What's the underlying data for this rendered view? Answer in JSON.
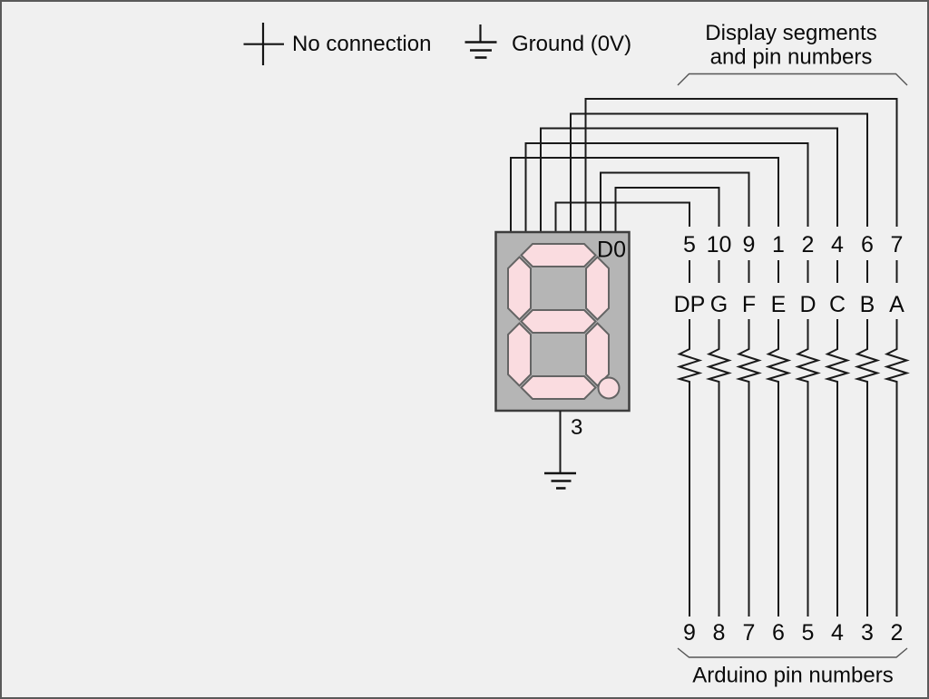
{
  "legend": {
    "no_connection_label": "No connection",
    "ground_label": "Ground (0V)"
  },
  "top_annotation": {
    "line1": "Display segments",
    "line2": "and pin numbers"
  },
  "bottom_annotation": {
    "label": "Arduino pin numbers"
  },
  "display": {
    "name": "D0",
    "common_pin": "3"
  },
  "columns": [
    {
      "display_pin": "5",
      "segment": "DP",
      "arduino_pin": "9"
    },
    {
      "display_pin": "10",
      "segment": "G",
      "arduino_pin": "8"
    },
    {
      "display_pin": "9",
      "segment": "F",
      "arduino_pin": "7"
    },
    {
      "display_pin": "1",
      "segment": "E",
      "arduino_pin": "6"
    },
    {
      "display_pin": "2",
      "segment": "D",
      "arduino_pin": "5"
    },
    {
      "display_pin": "4",
      "segment": "C",
      "arduino_pin": "4"
    },
    {
      "display_pin": "6",
      "segment": "B",
      "arduino_pin": "3"
    },
    {
      "display_pin": "7",
      "segment": "A",
      "arduino_pin": "2"
    }
  ],
  "colors": {
    "background": "#f0f0f0",
    "wire": "#1a1a1a",
    "display_body": "#b5b5b5",
    "segment_fill": "#fadce0",
    "segment_stroke": "#646464"
  }
}
